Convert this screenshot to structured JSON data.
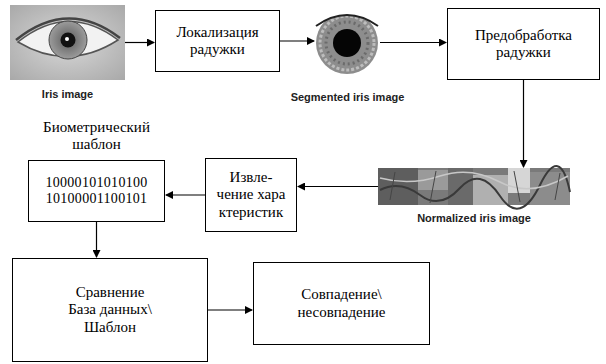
{
  "diagram": {
    "nodes": [
      {
        "text": [
          "Iris image"
        ]
      },
      {
        "text": [
          "Локализация радужки"
        ]
      },
      {
        "text": [
          "Segmented iris image"
        ]
      },
      {
        "text": [
          "Предобработка радужки"
        ]
      },
      {
        "text": [
          "Normalized iris image"
        ]
      },
      {
        "text": [
          "Извле-чение хара ктеристик"
        ]
      },
      {
        "text": [
          "Биометрический шаблон",
          "10000101010100 10100001100101"
        ]
      },
      {
        "text": [
          "Сравнение База данных\\ Шаблон"
        ]
      },
      {
        "text": [
          "Совпадение\\ несовпадение"
        ]
      }
    ],
    "edges": [
      {
        "from": 0,
        "to": 1,
        "arrow": "to"
      },
      {
        "from": 1,
        "to": 2,
        "arrow": "to"
      },
      {
        "from": 2,
        "to": 3,
        "arrow": "to"
      },
      {
        "from": 3,
        "to": 4,
        "arrow": "to"
      },
      {
        "from": 4,
        "to": 5,
        "arrow": "to"
      },
      {
        "from": 5,
        "to": 6,
        "arrow": "to"
      },
      {
        "from": 6,
        "to": 7,
        "arrow": "to"
      },
      {
        "from": 7,
        "to": 8,
        "arrow": "to"
      }
    ]
  }
}
